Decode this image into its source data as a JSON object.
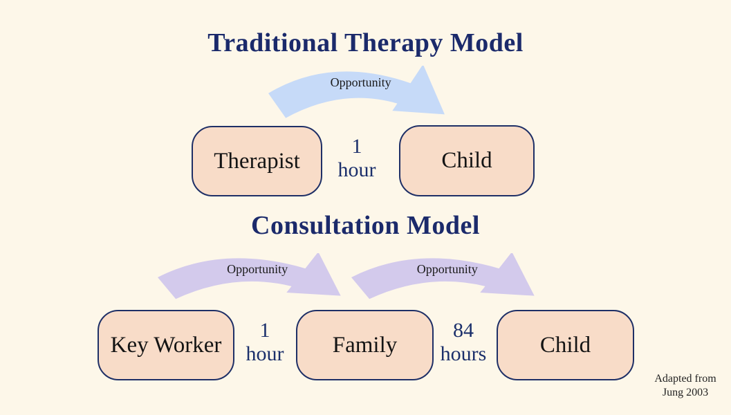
{
  "traditional_model": {
    "title": "Traditional Therapy Model",
    "arrow": {
      "label": "Opportunity",
      "color": "#C6DAF8"
    },
    "boxes": [
      {
        "label": "Therapist"
      },
      {
        "label": "Child"
      }
    ],
    "duration": {
      "value": "1",
      "unit": "hour"
    }
  },
  "consultation_model": {
    "title": "Consultation Model",
    "arrows": [
      {
        "label": "Opportunity",
        "color": "#D3CAEC"
      },
      {
        "label": "Opportunity",
        "color": "#D3CAEC"
      }
    ],
    "boxes": [
      {
        "label": "Key Worker"
      },
      {
        "label": "Family"
      },
      {
        "label": "Child"
      }
    ],
    "durations": [
      {
        "value": "1",
        "unit": "hour"
      },
      {
        "value": "84",
        "unit": "hours"
      }
    ]
  },
  "attribution": {
    "line1": "Adapted from",
    "line2": "Jung 2003"
  },
  "colors": {
    "background": "#FDF7E9",
    "title_navy": "#1B2A6B",
    "box_fill": "#F8DCC8",
    "box_border": "#1E2F66",
    "blue_arrow": "#C6DAF8",
    "purple_arrow": "#D3CAEC",
    "duration_text": "#1B2F6B",
    "label_text": "#1A1A1A"
  }
}
